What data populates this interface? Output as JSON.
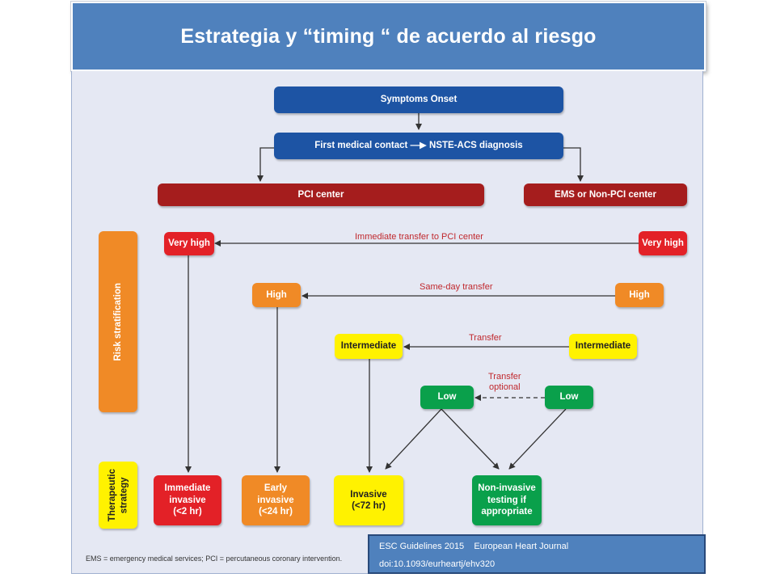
{
  "title": "Estrategia y “timing “ de acuerdo al riesgo",
  "flow": {
    "symptoms_onset": "Symptoms Onset",
    "first_contact": "First medical contact —▶ NSTE-ACS diagnosis",
    "pci_center": "PCI center",
    "ems_center": "EMS or Non-PCI center",
    "risk_stratification": "Risk stratification",
    "therapeutic_strategy_line1": "Therapeutic",
    "therapeutic_strategy_line2": "strategy",
    "left": {
      "very_high": "Very high",
      "high": "High",
      "intermediate": "Intermediate",
      "low": "Low"
    },
    "right": {
      "very_high": "Very high",
      "high": "High",
      "intermediate": "Intermediate",
      "low": "Low"
    },
    "transfers": {
      "immediate": "Immediate transfer to PCI center",
      "same_day": "Same-day transfer",
      "transfer": "Transfer",
      "optional_line1": "Transfer",
      "optional_line2": "optional"
    },
    "strategies": {
      "immediate_1": "Immediate",
      "immediate_2": "invasive",
      "immediate_3": "(<2 hr)",
      "early_1": "Early",
      "early_2": "invasive",
      "early_3": "(<24 hr)",
      "invasive_1": "Invasive",
      "invasive_2": "(<72 hr)",
      "noninvasive_1": "Non-invasive",
      "noninvasive_2": "testing if",
      "noninvasive_3": "appropriate"
    },
    "footnote": "EMS = emergency medical services; PCI = percutaneous coronary intervention."
  },
  "citation": {
    "line1": "ESC Guidelines 2015    European Heart Journal",
    "line2": "doi:10.1093/eurheartj/ehv320"
  },
  "colors": {
    "title_bg": "#4f81bd",
    "blue": "#1d54a4",
    "dark_red": "#a51d1d",
    "red": "#e32127",
    "orange": "#f08a26",
    "yellow": "#fff200",
    "green": "#0aa04b"
  }
}
